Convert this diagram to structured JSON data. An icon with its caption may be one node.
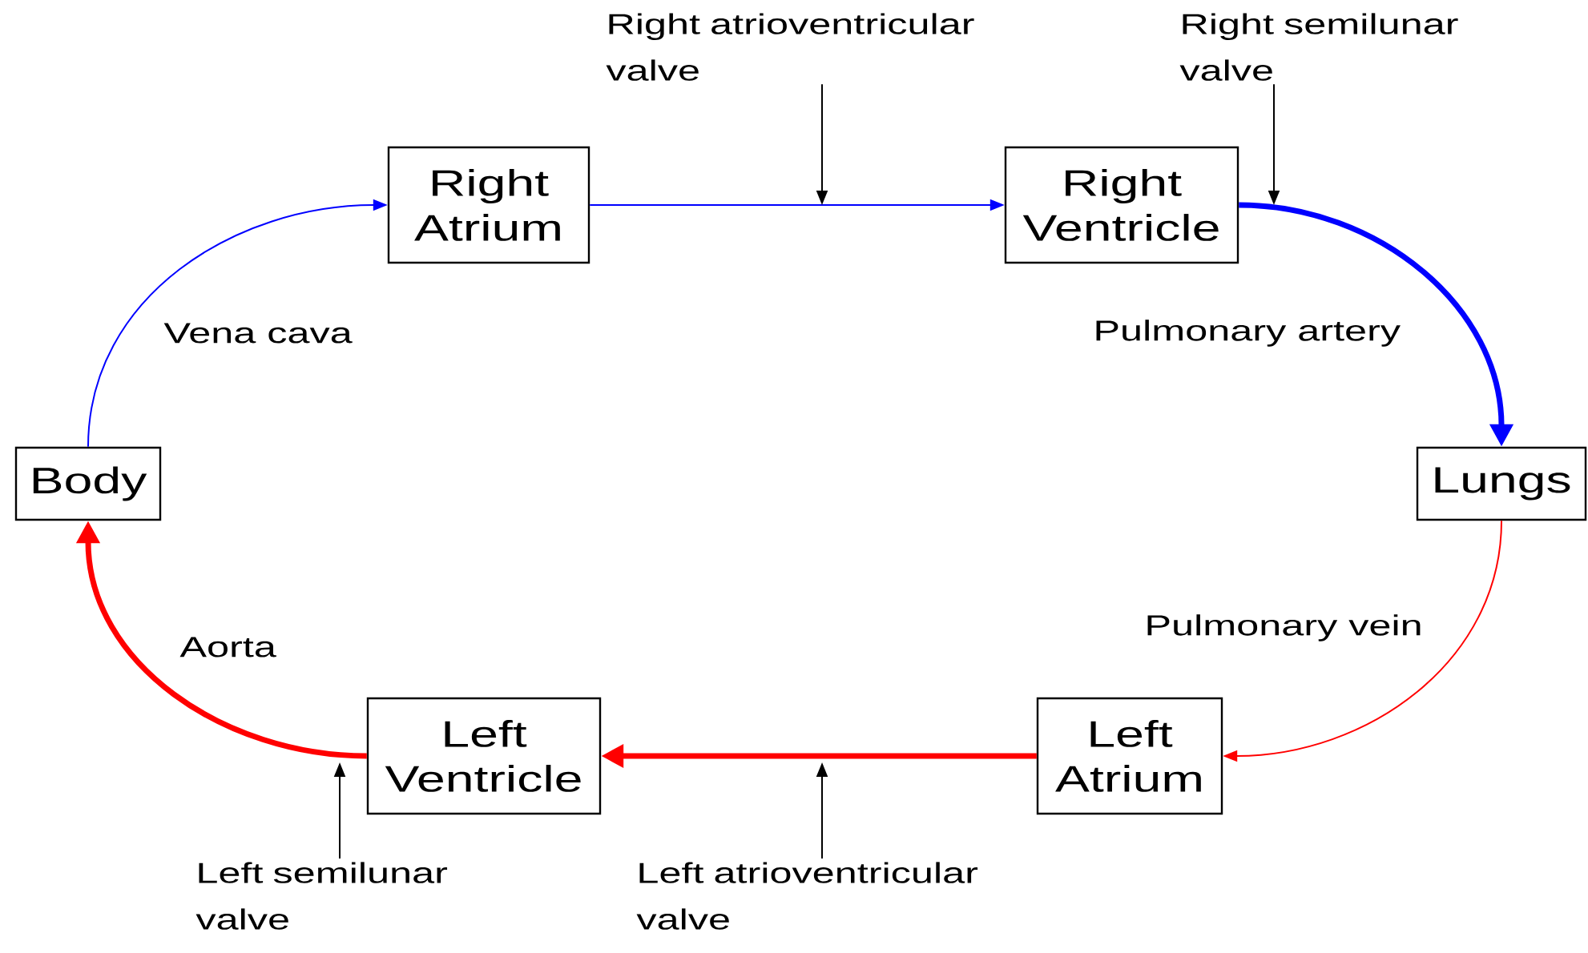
{
  "diagram": {
    "nodes": [
      {
        "text": [
          "Right Atrium"
        ]
      },
      {
        "text": [
          "Right Ventricle"
        ]
      },
      {
        "text": [
          "Lungs"
        ]
      },
      {
        "text": [
          "Left Atrium"
        ]
      },
      {
        "text": [
          "Left Ventricle"
        ]
      },
      {
        "text": [
          "Body"
        ]
      },
      {
        "text": [
          "Right atrioventricular valve"
        ]
      },
      {
        "text": [
          "Right semilunar valve"
        ]
      },
      {
        "text": [
          "Left semilunar valve"
        ]
      },
      {
        "text": [
          "Left atrioventricular valve"
        ]
      }
    ],
    "edges": [
      {
        "from": 5,
        "to": 0,
        "arrow": "to",
        "label": "Vena cava",
        "color": "#0000ff"
      },
      {
        "from": 0,
        "to": 1,
        "arrow": "to",
        "color": "#0000ff"
      },
      {
        "from": 1,
        "to": 2,
        "arrow": "to",
        "label": "Pulmonary artery",
        "style": "thick",
        "color": "#0000ff"
      },
      {
        "from": 2,
        "to": 3,
        "arrow": "to",
        "label": "Pulmonary vein",
        "color": "#ff0000"
      },
      {
        "from": 3,
        "to": 4,
        "arrow": "to",
        "style": "thick",
        "color": "#ff0000"
      },
      {
        "from": 4,
        "to": 5,
        "arrow": "to",
        "label": "Aorta",
        "style": "thick",
        "color": "#ff0000"
      },
      {
        "from": 6,
        "to": null,
        "arrow": "to"
      },
      {
        "from": 7,
        "to": null,
        "arrow": "to"
      },
      {
        "from": 8,
        "to": null,
        "arrow": "to"
      },
      {
        "from": 9,
        "to": null,
        "arrow": "to"
      }
    ]
  }
}
